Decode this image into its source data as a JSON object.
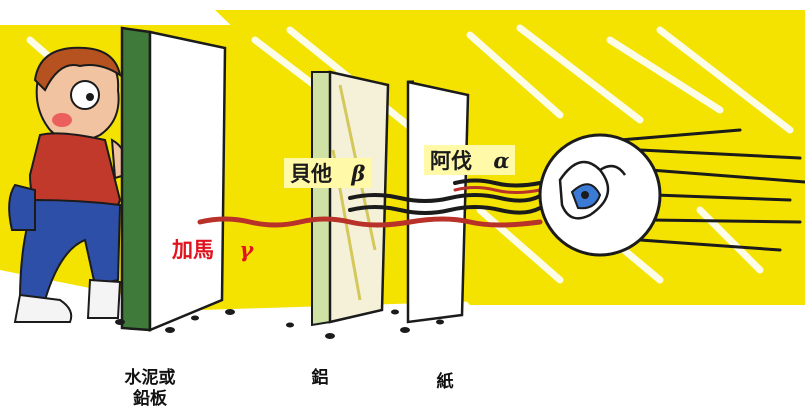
{
  "radiation": {
    "alpha": {
      "name": "阿伐",
      "symbol": "α"
    },
    "beta": {
      "name": "貝他",
      "symbol": "β"
    },
    "gamma": {
      "name": "加馬",
      "symbol": "γ"
    }
  },
  "barriers": {
    "paper": "紙",
    "aluminum": "鋁",
    "concrete_line1": "水泥或",
    "concrete_line2": "鉛板"
  },
  "colors": {
    "background_streaks": "#f4e200",
    "label_bg": "#fff9a8",
    "gamma_text": "#e0141e",
    "concrete_edge": "#3f7a3a",
    "gamma_ray": "#b8322a",
    "ray_dark": "#1b1b1b",
    "person_shirt": "#c0392b",
    "person_pants": "#2e4fa8"
  }
}
